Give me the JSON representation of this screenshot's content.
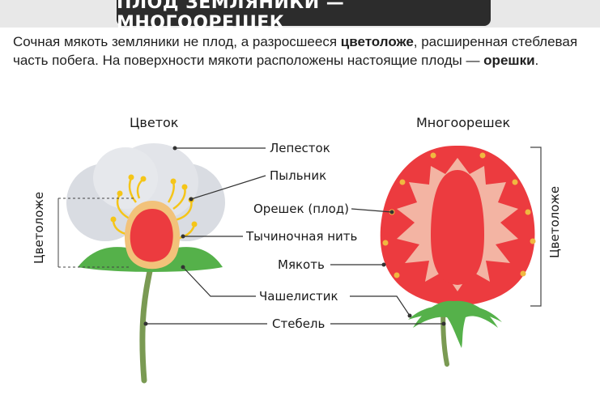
{
  "header": {
    "title": "ПЛОД ЗЕМЛЯНИКИ — МНОГООРЕШЕК"
  },
  "intro": {
    "part1": "Сочная мякоть земляники не плод, а разросшееся ",
    "bold1": "цветоложе",
    "part2": ", расширенная стеблевая часть побега. На поверхности мякоти расположены настоящие плоды — ",
    "bold2": "орешки",
    "part3": "."
  },
  "diagram": {
    "flower_title": "Цветок",
    "fruit_title": "Многоорешек",
    "receptacle_left": "Цветоложе",
    "receptacle_right": "Цветоложе",
    "labels": {
      "petal": "Лепесток",
      "anther": "Пыльник",
      "achene": "Орешек (плод)",
      "filament": "Тычиночная нить",
      "flesh": "Мякоть",
      "sepal": "Чашелистик",
      "stem": "Стебель"
    },
    "colors": {
      "petal": "#d9dce2",
      "receptacle_red": "#ec3b3f",
      "receptacle_edge": "#f2c27a",
      "stamen": "#f5c518",
      "sepal": "#55b14a",
      "stem": "#7a9a53",
      "fruit_red": "#ec3b3f",
      "fruit_core": "#f3b4a3",
      "seed": "#f0b840"
    }
  }
}
